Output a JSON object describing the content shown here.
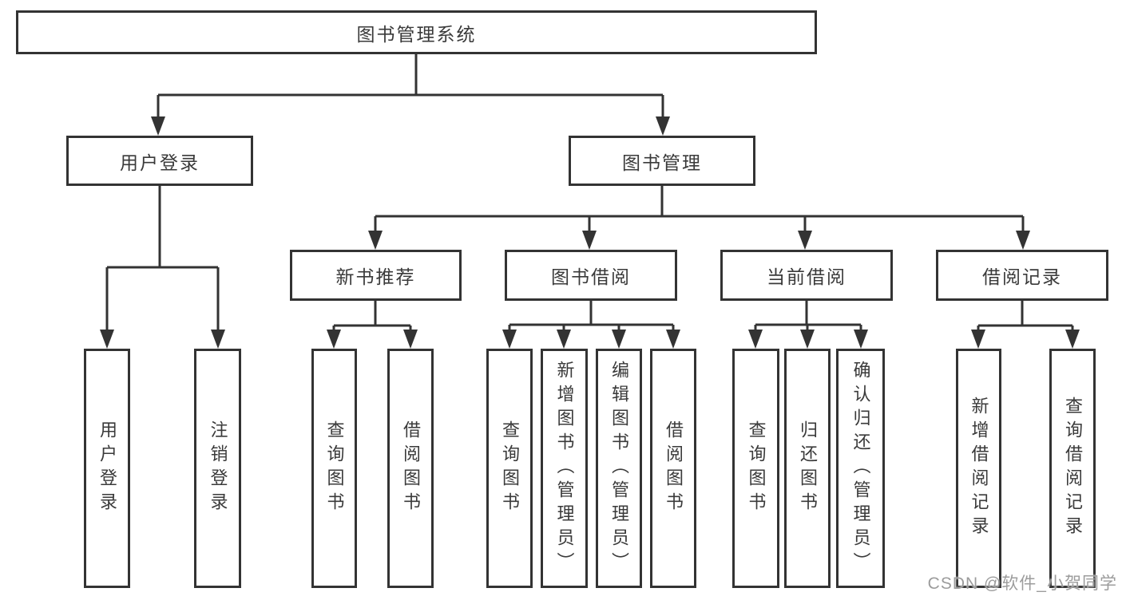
{
  "title": "图书管理系统",
  "branches": {
    "user": {
      "label": "用户登录",
      "children": [
        "用户登录",
        "注销登录"
      ]
    },
    "book": {
      "label": "图书管理",
      "sections": [
        {
          "label": "新书推荐",
          "children": [
            "查询图书",
            "借阅图书"
          ]
        },
        {
          "label": "图书借阅",
          "children": [
            "查询图书",
            "新增图书（管理员）",
            "编辑图书（管理员）",
            "借阅图书"
          ]
        },
        {
          "label": "当前借阅",
          "children": [
            "查询图书",
            "归还图书",
            "确认归还（管理员）"
          ]
        },
        {
          "label": "借阅记录",
          "children": [
            "新增借阅记录",
            "查询借阅记录"
          ]
        }
      ]
    }
  },
  "watermark": "CSDN @软件_小贺同学",
  "colors": {
    "line": "#333333",
    "box_border": "#333333",
    "text": "#3a3a3a",
    "watermark": "#9c9c9c",
    "background": "#ffffff"
  }
}
